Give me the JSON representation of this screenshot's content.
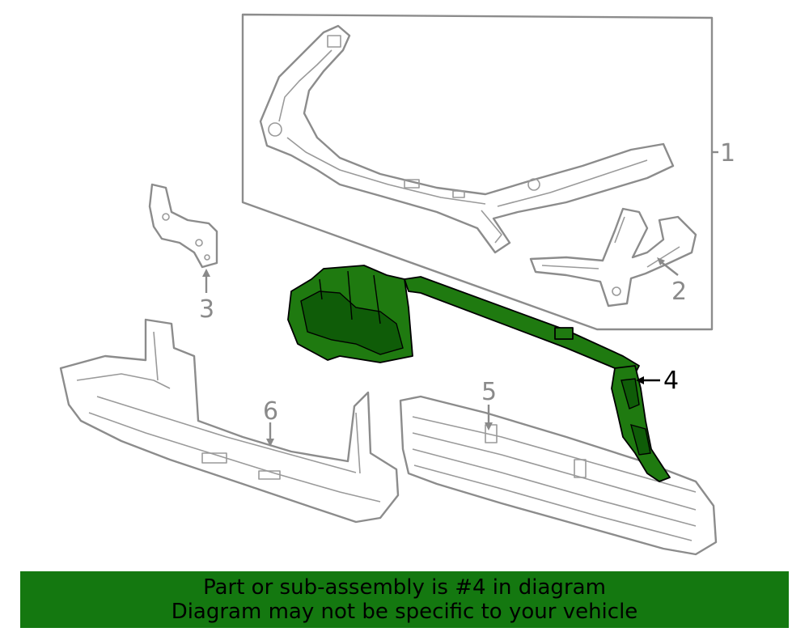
{
  "callouts": {
    "c1": "1",
    "c2": "2",
    "c3": "3",
    "c4": "4",
    "c5": "5",
    "c6": "6"
  },
  "banner": {
    "line1": "Part or sub-assembly is #4 in diagram",
    "line2": "Diagram may not be specific to your vehicle"
  },
  "colors": {
    "highlight": "#1f7a10",
    "banner": "#147810",
    "outline": "#8c8c8c"
  }
}
